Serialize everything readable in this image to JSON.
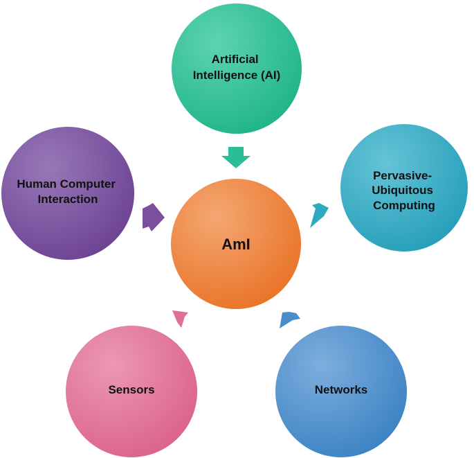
{
  "center": {
    "label": "AmI",
    "color": "#ED7D31"
  },
  "nodes": {
    "ai": {
      "line1": "Artificial",
      "line2": "Intelligence (AI)",
      "color": "#2BBE96"
    },
    "pervasive": {
      "line1": "Pervasive-",
      "line2": "Ubiquitous",
      "line3": "Computing",
      "color": "#2FA8C2"
    },
    "networks": {
      "line1": "Networks",
      "color": "#4A8DCB"
    },
    "sensors": {
      "line1": "Sensors",
      "color": "#E06F97"
    },
    "hci": {
      "line1": "Human Computer",
      "line2": "Interaction",
      "color": "#7A4F9E"
    }
  }
}
